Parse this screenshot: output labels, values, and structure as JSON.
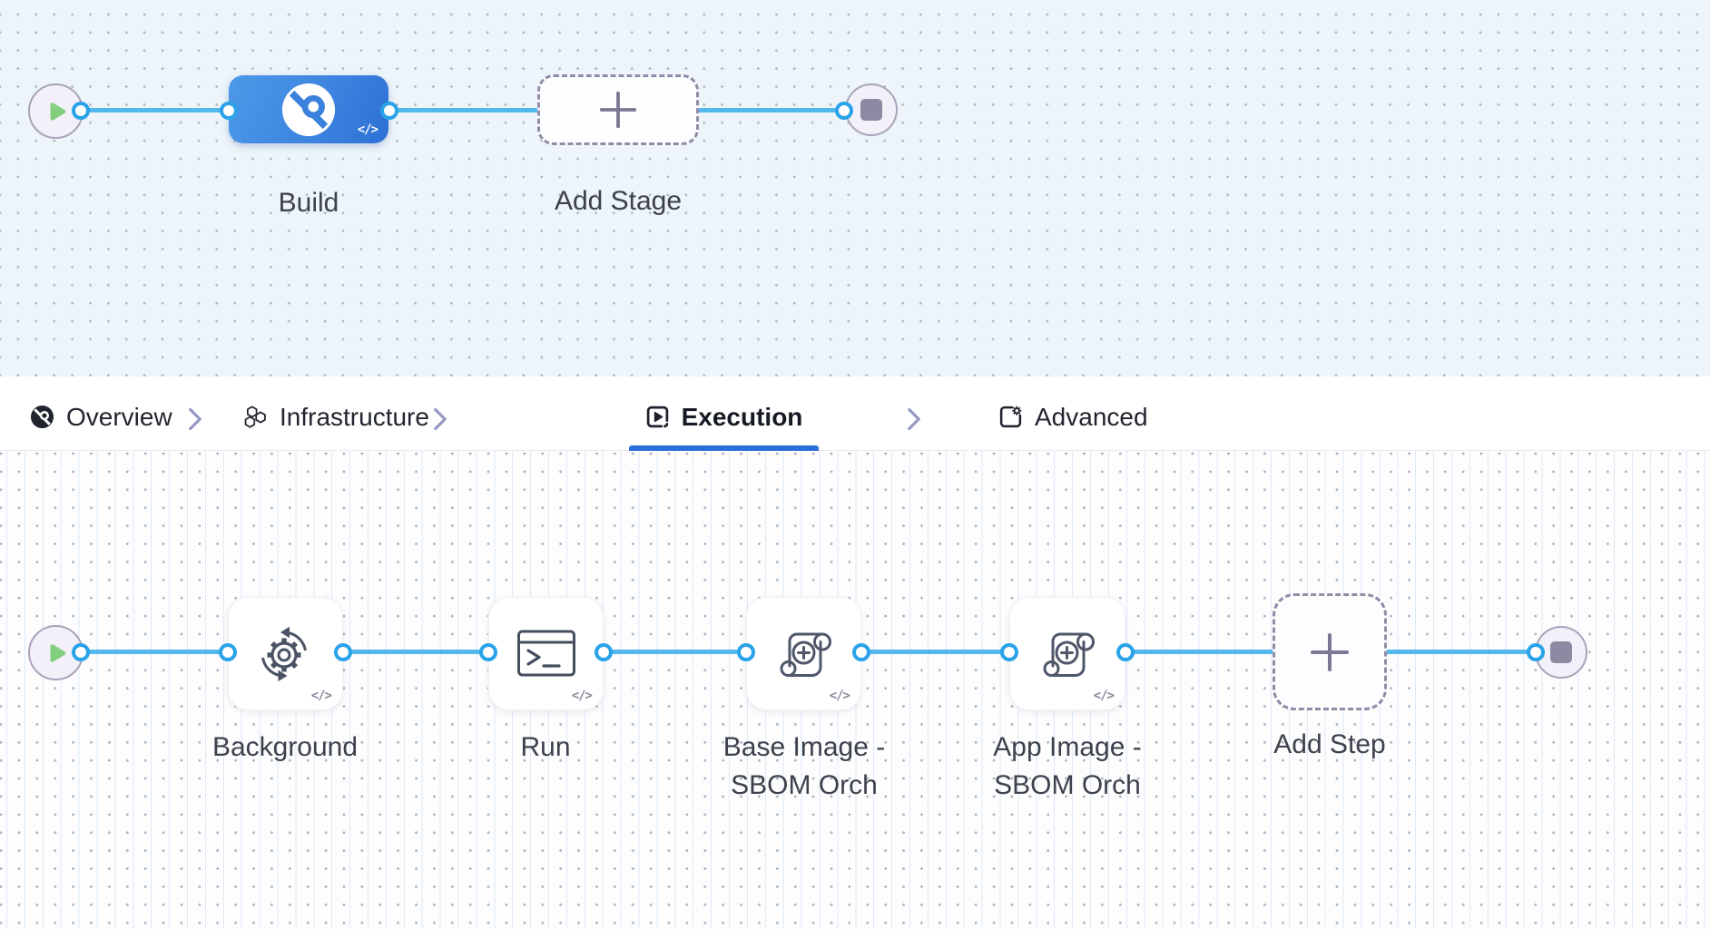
{
  "code_badge": "</>",
  "stage_canvas": {
    "build_label": "Build",
    "add_stage_label": "Add Stage"
  },
  "tabbar": {
    "tabs": [
      {
        "label": "Overview",
        "active": false
      },
      {
        "label": "Infrastructure",
        "active": false
      },
      {
        "label": "Execution",
        "active": true
      },
      {
        "label": "Advanced",
        "active": false
      }
    ]
  },
  "execution_canvas": {
    "steps": [
      {
        "label": "Background"
      },
      {
        "label": "Run"
      },
      {
        "label": "Base Image - SBOM Orch"
      },
      {
        "label": "App Image - SBOM Orch"
      }
    ],
    "add_step_label": "Add Step"
  },
  "colors": {
    "canvas_top_bg": "#edf4fa",
    "canvas_bottom_bg": "#fdfdfe",
    "connector": "#55b8ec",
    "port_ring": "#2aa3e8",
    "stage_blue_start": "#4c9ae8",
    "stage_blue_end": "#2e70d5",
    "tab_underline": "#2b6fd9",
    "play_green": "#84cf7e",
    "node_border": "#a8a4ba",
    "dashed_border": "#908ca7"
  }
}
